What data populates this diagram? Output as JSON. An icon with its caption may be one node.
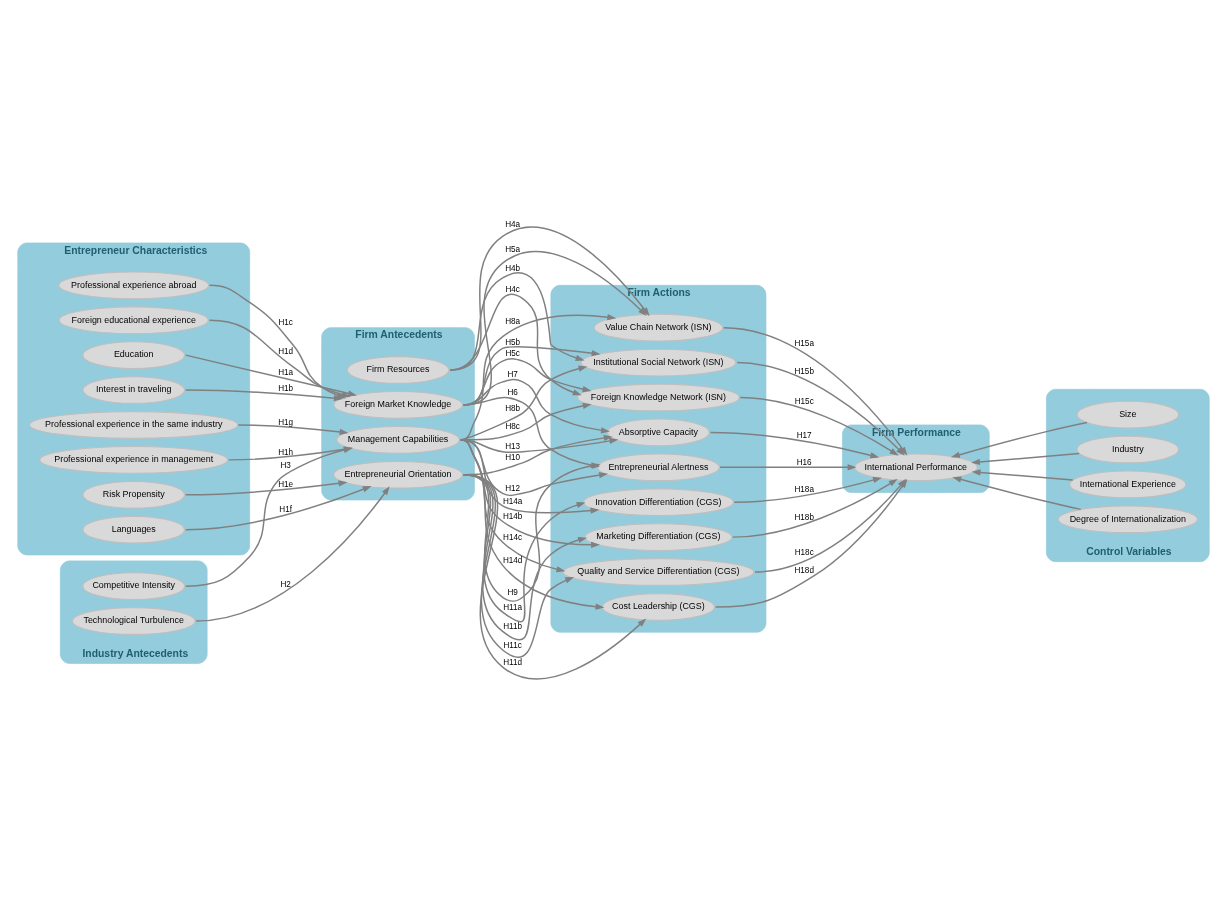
{
  "diagram": {
    "nodes": [
      {
        "text": [
          "Entrepreneur Characteristics"
        ]
      },
      {
        "text": [
          "Education"
        ],
        "in": 0
      },
      {
        "text": [
          "Interest in traveling"
        ],
        "in": 0
      },
      {
        "text": [
          "Professional experience abroad"
        ],
        "in": 0
      },
      {
        "text": [
          "Foreign educational experience"
        ],
        "in": 0
      },
      {
        "text": [
          "Risk Propensity"
        ],
        "in": 0
      },
      {
        "text": [
          "Languages"
        ],
        "in": 0
      },
      {
        "text": [
          "Professional experience in the same industry"
        ],
        "in": 0
      },
      {
        "text": [
          "Professional experience in management"
        ],
        "in": 0
      },
      {
        "text": [
          "Industry Antecedents"
        ]
      },
      {
        "text": [
          "Technological Turbulence"
        ],
        "in": 9
      },
      {
        "text": [
          "Competitive Intensity"
        ],
        "in": 9
      },
      {
        "text": [
          "Firm Antecedents"
        ]
      },
      {
        "text": [
          "Firm Resources"
        ],
        "in": 12
      },
      {
        "text": [
          "Foreign Market Knowledge"
        ],
        "in": 12
      },
      {
        "text": [
          "Entrepreneurial Orientation"
        ],
        "in": 12
      },
      {
        "text": [
          "Management Capabilities"
        ],
        "in": 12
      },
      {
        "text": [
          "Firm Actions"
        ]
      },
      {
        "text": [
          "Value Chain Network (ISN)"
        ],
        "in": 17
      },
      {
        "text": [
          "Institutional Social Network (ISN)"
        ],
        "in": 17
      },
      {
        "text": [
          "Foreign Knowledge Network (ISN)"
        ],
        "in": 17
      },
      {
        "text": [
          "Entrepreneurial Alertness"
        ],
        "in": 17
      },
      {
        "text": [
          "Absorptive Capacity"
        ],
        "in": 17
      },
      {
        "text": [
          "Innovation Differentiation (CGS)"
        ],
        "in": 17
      },
      {
        "text": [
          "Marketing Differentiation (CGS)"
        ],
        "in": 17
      },
      {
        "text": [
          "Quality and Service Differentiation (CGS)"
        ],
        "in": 17
      },
      {
        "text": [
          "Cost Leadership (CGS)"
        ],
        "in": 17
      },
      {
        "text": [
          "Firm Performance"
        ]
      },
      {
        "text": [
          "International Performance"
        ],
        "in": 27
      },
      {
        "text": [
          "Control Variables"
        ]
      },
      {
        "text": [
          "Size"
        ],
        "in": 29
      },
      {
        "text": [
          "Industry"
        ],
        "in": 29
      },
      {
        "text": [
          "International Experience"
        ],
        "in": 29
      },
      {
        "text": [
          "Degree of Internationalization"
        ],
        "in": 29
      }
    ],
    "edges": [
      {
        "from": 1,
        "to": 14,
        "arrow": "to",
        "label": "H1a"
      },
      {
        "from": 2,
        "to": 14,
        "arrow": "to",
        "label": "H1b"
      },
      {
        "from": 3,
        "to": 14,
        "arrow": "to",
        "label": "H1c"
      },
      {
        "from": 4,
        "to": 14,
        "arrow": "to",
        "label": "H1d"
      },
      {
        "from": 5,
        "to": 15,
        "arrow": "to",
        "label": "H1e"
      },
      {
        "from": 6,
        "to": 15,
        "arrow": "to",
        "label": "H1f"
      },
      {
        "from": 7,
        "to": 16,
        "arrow": "to",
        "label": "H1g"
      },
      {
        "from": 8,
        "to": 16,
        "arrow": "to",
        "label": "H1h"
      },
      {
        "from": 10,
        "to": 15,
        "arrow": "to",
        "label": "H2"
      },
      {
        "from": 11,
        "to": 16,
        "arrow": "to",
        "label": "H3"
      },
      {
        "from": 13,
        "to": 18,
        "arrow": "to",
        "label": "H4a"
      },
      {
        "from": 13,
        "to": 19,
        "arrow": "to",
        "label": "H4b"
      },
      {
        "from": 13,
        "to": 20,
        "arrow": "to",
        "label": "H4c"
      },
      {
        "from": 14,
        "to": 18,
        "arrow": "to",
        "label": "H5a"
      },
      {
        "from": 14,
        "to": 19,
        "arrow": "to",
        "label": "H5b"
      },
      {
        "from": 14,
        "to": 20,
        "arrow": "to",
        "label": "H5c"
      },
      {
        "from": 14,
        "to": 21,
        "arrow": "to",
        "label": "H6"
      },
      {
        "from": 14,
        "to": 22,
        "arrow": "to",
        "label": "H7"
      },
      {
        "from": 16,
        "to": 18,
        "arrow": "to",
        "label": "H8a"
      },
      {
        "from": 16,
        "to": 19,
        "arrow": "to",
        "label": "H8b"
      },
      {
        "from": 16,
        "to": 20,
        "arrow": "to",
        "label": "H8c"
      },
      {
        "from": 15,
        "to": 21,
        "arrow": "to",
        "label": "H9"
      },
      {
        "from": 15,
        "to": 22,
        "arrow": "to",
        "label": "H10"
      },
      {
        "from": 15,
        "to": 23,
        "arrow": "to",
        "label": "H11a"
      },
      {
        "from": 15,
        "to": 24,
        "arrow": "to",
        "label": "H11b"
      },
      {
        "from": 15,
        "to": 25,
        "arrow": "to",
        "label": "H11c"
      },
      {
        "from": 15,
        "to": 26,
        "arrow": "to",
        "label": "H11d"
      },
      {
        "from": 16,
        "to": 21,
        "arrow": "to",
        "label": "H12"
      },
      {
        "from": 16,
        "to": 22,
        "arrow": "to",
        "label": "H13"
      },
      {
        "from": 16,
        "to": 23,
        "arrow": "to",
        "label": "H14a"
      },
      {
        "from": 16,
        "to": 24,
        "arrow": "to",
        "label": "H14b"
      },
      {
        "from": 16,
        "to": 25,
        "arrow": "to",
        "label": "H14c"
      },
      {
        "from": 16,
        "to": 26,
        "arrow": "to",
        "label": "H14d"
      },
      {
        "from": 18,
        "to": 28,
        "arrow": "to",
        "label": "H15a"
      },
      {
        "from": 19,
        "to": 28,
        "arrow": "to",
        "label": "H15b"
      },
      {
        "from": 20,
        "to": 28,
        "arrow": "to",
        "label": "H15c"
      },
      {
        "from": 21,
        "to": 28,
        "arrow": "to",
        "label": "H16"
      },
      {
        "from": 22,
        "to": 28,
        "arrow": "to",
        "label": "H17"
      },
      {
        "from": 23,
        "to": 28,
        "arrow": "to",
        "label": "H18a"
      },
      {
        "from": 24,
        "to": 28,
        "arrow": "to",
        "label": "H18b"
      },
      {
        "from": 25,
        "to": 28,
        "arrow": "to",
        "label": "H18c"
      },
      {
        "from": 26,
        "to": 28,
        "arrow": "to",
        "label": "H18d"
      },
      {
        "from": 30,
        "to": 28,
        "arrow": "to"
      },
      {
        "from": 31,
        "to": 28,
        "arrow": "to"
      },
      {
        "from": 32,
        "to": 28,
        "arrow": "to"
      },
      {
        "from": 33,
        "to": 28,
        "arrow": "to"
      }
    ]
  }
}
